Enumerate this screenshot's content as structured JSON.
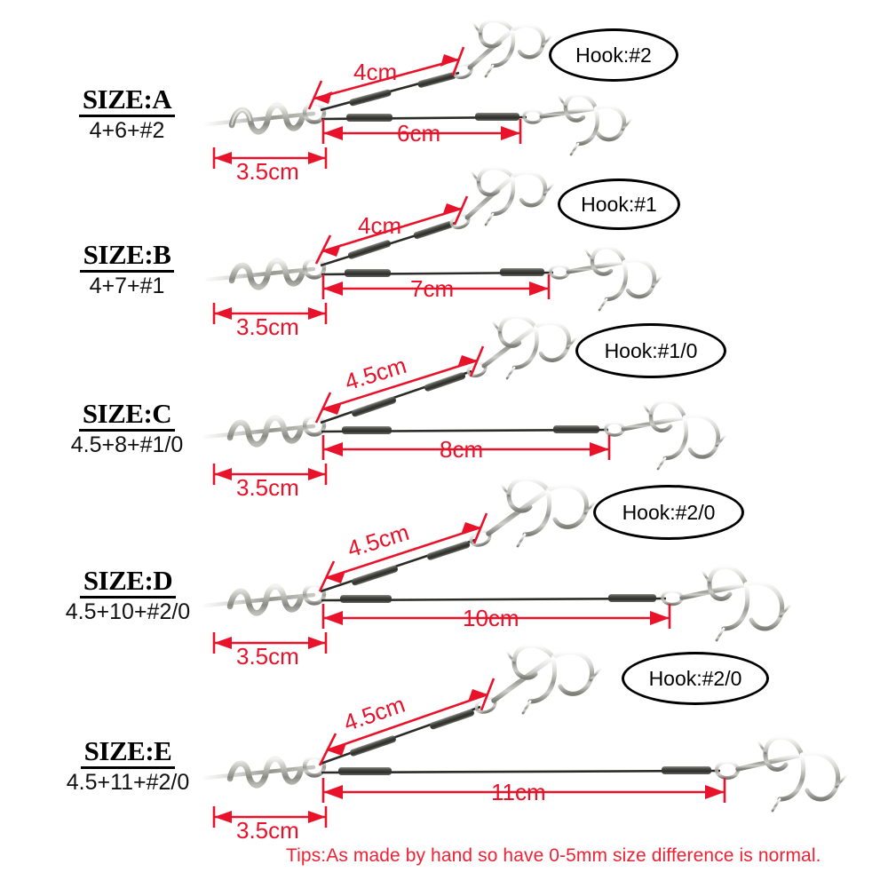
{
  "chart_data": {
    "type": "table",
    "title": "Fishing Stinger Rig Size Chart",
    "columns": [
      "size",
      "spec",
      "screw_length",
      "upper_leader",
      "lower_leader",
      "hook_size"
    ],
    "rows": [
      {
        "size": "SIZE:A",
        "spec": "4+6+#2",
        "screw_length": "3.5cm",
        "upper_leader": "4cm",
        "lower_leader": "6cm",
        "hook_size": "Hook:#2"
      },
      {
        "size": "SIZE:B",
        "spec": "4+7+#1",
        "screw_length": "3.5cm",
        "upper_leader": "4cm",
        "lower_leader": "7cm",
        "hook_size": "Hook:#1"
      },
      {
        "size": "SIZE:C",
        "spec": "4.5+8+#1/0",
        "screw_length": "3.5cm",
        "upper_leader": "4.5cm",
        "lower_leader": "8cm",
        "hook_size": "Hook:#1/0"
      },
      {
        "size": "SIZE:D",
        "spec": "4.5+10+#2/0",
        "screw_length": "3.5cm",
        "upper_leader": "4.5cm",
        "lower_leader": "10cm",
        "hook_size": "Hook:#2/0"
      },
      {
        "size": "SIZE:E",
        "spec": "4.5+11+#2/0",
        "screw_length": "3.5cm",
        "upper_leader": "4.5cm",
        "lower_leader": "11cm",
        "hook_size": "Hook:#2/0"
      }
    ]
  },
  "rows": [
    {
      "size_title": "SIZE:A",
      "size_spec": "4+6+#2",
      "hook_label": "Hook:#2",
      "screw_dim": "3.5cm",
      "upper_dim": "4cm",
      "lower_dim": "6cm"
    },
    {
      "size_title": "SIZE:B",
      "size_spec": "4+7+#1",
      "hook_label": "Hook:#1",
      "screw_dim": "3.5cm",
      "upper_dim": "4cm",
      "lower_dim": "7cm"
    },
    {
      "size_title": "SIZE:C",
      "size_spec": "4.5+8+#1/0",
      "hook_label": "Hook:#1/0",
      "screw_dim": "3.5cm",
      "upper_dim": "4.5cm",
      "lower_dim": "8cm"
    },
    {
      "size_title": "SIZE:D",
      "size_spec": "4.5+10+#2/0",
      "hook_label": "Hook:#2/0",
      "screw_dim": "3.5cm",
      "upper_dim": "4.5cm",
      "lower_dim": "10cm"
    },
    {
      "size_title": "SIZE:E",
      "size_spec": "4.5+11+#2/0",
      "hook_label": "Hook:#2/0",
      "screw_dim": "3.5cm",
      "upper_dim": "4.5cm",
      "lower_dim": "11cm"
    }
  ],
  "footer": {
    "tips": "Tips:As made by hand so have 0-5mm size difference is normal."
  },
  "colors": {
    "dimension_red": "#e8132a",
    "tips_red": "#ef2233",
    "outline_black": "#000000",
    "metal_light": "#e3e3e1",
    "metal_mid": "#b4b4b0",
    "metal_dark": "#6f6f6b",
    "sleeve_dark": "#3a3a38",
    "background": "#ffffff"
  }
}
